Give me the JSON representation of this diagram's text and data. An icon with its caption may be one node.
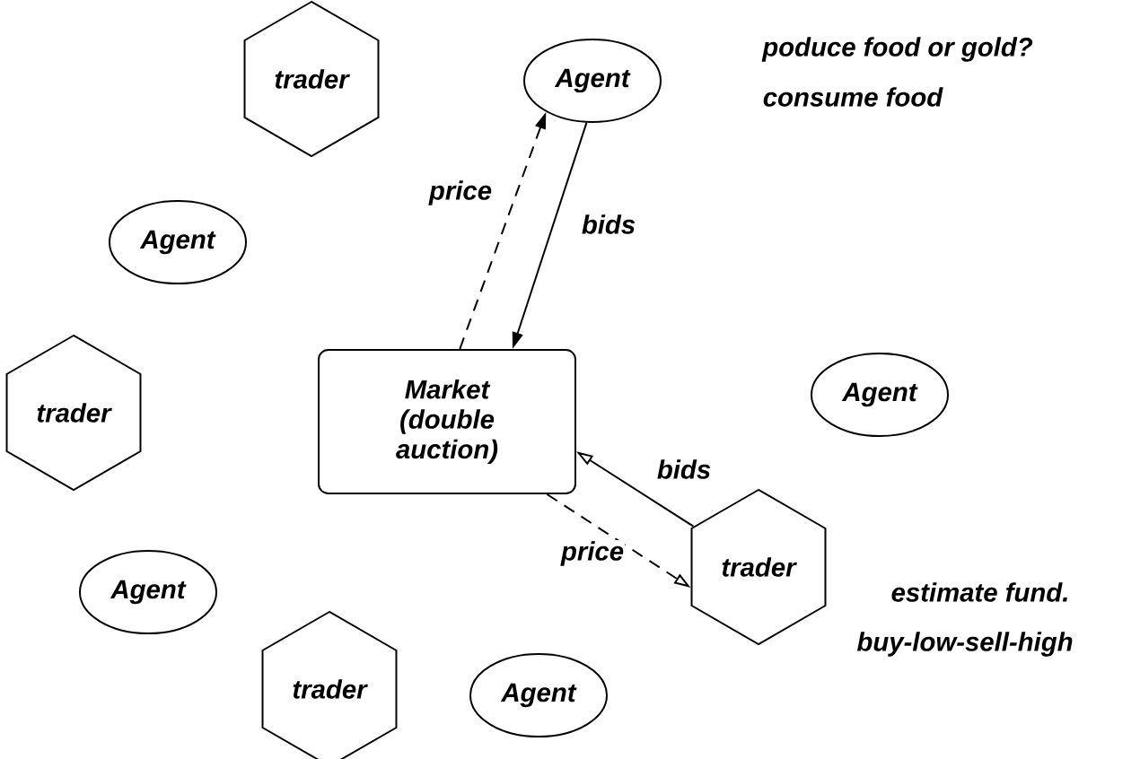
{
  "diagram": {
    "nodes": [
      {
        "text": [
          "trader"
        ]
      },
      {
        "text": [
          "Agent"
        ],
        "beside": [
          "poduce food or gold?",
          "consume food"
        ]
      },
      {
        "text": [
          "Agent"
        ]
      },
      {
        "text": [
          "Market (double auction)"
        ]
      },
      {
        "text": [
          "trader"
        ]
      },
      {
        "text": [
          "Agent"
        ]
      },
      {
        "text": [
          "trader"
        ],
        "beside": [
          "estimate fund.",
          "buy-low-sell-high"
        ]
      },
      {
        "text": [
          "Agent"
        ]
      },
      {
        "text": [
          "trader"
        ]
      },
      {
        "text": [
          "Agent"
        ]
      }
    ],
    "edges": [
      {
        "from": 3,
        "to": 1,
        "arrow": "to",
        "label": "price",
        "style": "dashed"
      },
      {
        "from": 1,
        "to": 3,
        "arrow": "to",
        "label": "bids"
      },
      {
        "from": 6,
        "to": 3,
        "arrow": "to",
        "label": "bids"
      },
      {
        "from": 3,
        "to": 6,
        "arrow": "to",
        "label": "price",
        "style": "dashed"
      }
    ]
  }
}
